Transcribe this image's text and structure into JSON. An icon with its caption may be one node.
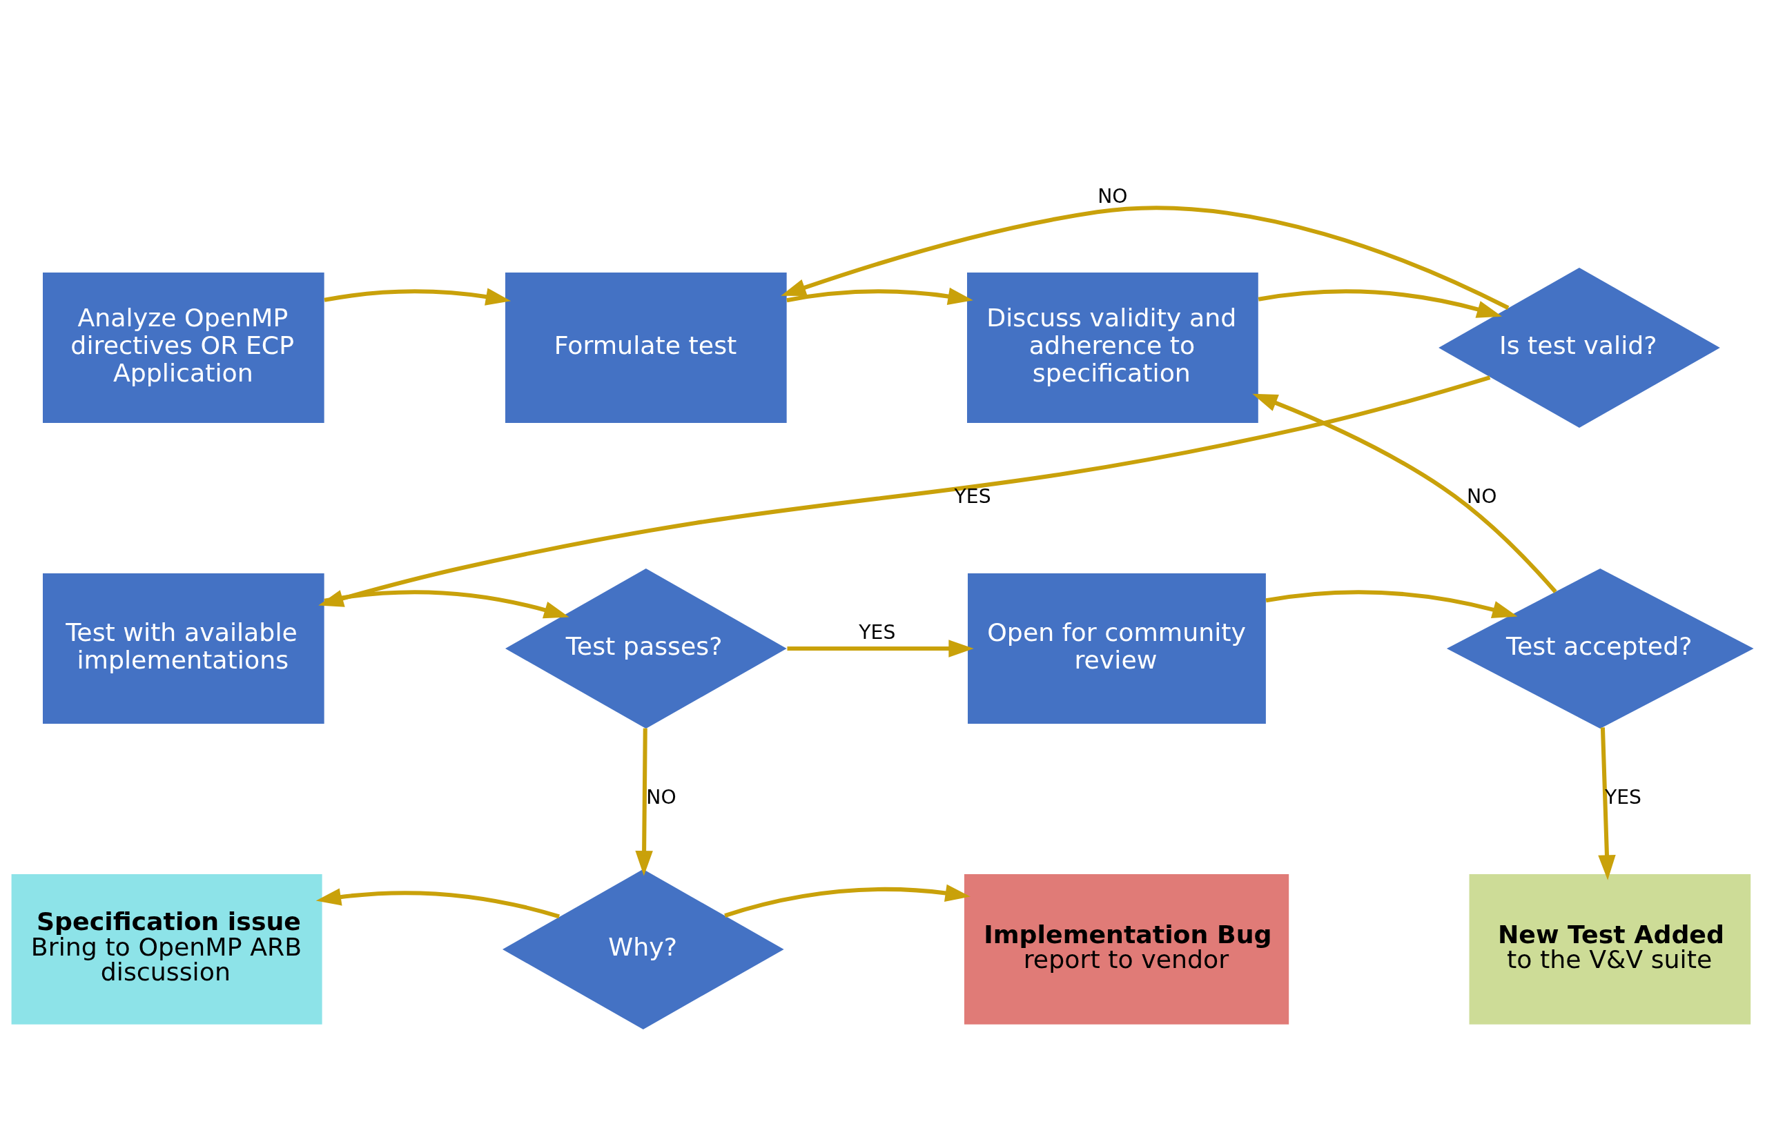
{
  "diagram": {
    "nodes": [
      {
        "text": [
          "Analyze OpenMP directives OR ECP Application"
        ]
      },
      {
        "text": [
          "Formulate test"
        ]
      },
      {
        "text": [
          "Discuss validity and adherence to specification"
        ]
      },
      {
        "text": [
          "Is test valid?"
        ]
      },
      {
        "text": [
          "Test with available implementations"
        ]
      },
      {
        "text": [
          "Test passes?"
        ]
      },
      {
        "text": [
          "Open for community review"
        ]
      },
      {
        "text": [
          "Test accepted?"
        ]
      },
      {
        "text": [
          "Specification issue",
          "Bring to OpenMP ARB discussion"
        ]
      },
      {
        "text": [
          "Why?"
        ]
      },
      {
        "text": [
          "Implementation Bug",
          "report to vendor"
        ]
      },
      {
        "text": [
          "New Test Added",
          "to the V&V suite"
        ]
      }
    ],
    "edges": [
      {
        "from": 0,
        "to": 1,
        "arrow": "to"
      },
      {
        "from": 1,
        "to": 2,
        "arrow": "to"
      },
      {
        "from": 2,
        "to": 3,
        "arrow": "to"
      },
      {
        "from": 3,
        "to": 4,
        "arrow": "to",
        "label": "YES"
      },
      {
        "from": 3,
        "to": 1,
        "arrow": "to",
        "label": "NO"
      },
      {
        "from": 4,
        "to": 5,
        "arrow": "to"
      },
      {
        "from": 5,
        "to": 6,
        "arrow": "to",
        "label": "YES"
      },
      {
        "from": 5,
        "to": 9,
        "arrow": "to",
        "label": "NO"
      },
      {
        "from": 6,
        "to": 7,
        "arrow": "to"
      },
      {
        "from": 7,
        "to": 2,
        "arrow": "to",
        "label": "NO"
      },
      {
        "from": 7,
        "to": 11,
        "arrow": "to",
        "label": "YES"
      },
      {
        "from": 9,
        "to": 8,
        "arrow": "to"
      },
      {
        "from": 9,
        "to": 10,
        "arrow": "to"
      }
    ]
  }
}
